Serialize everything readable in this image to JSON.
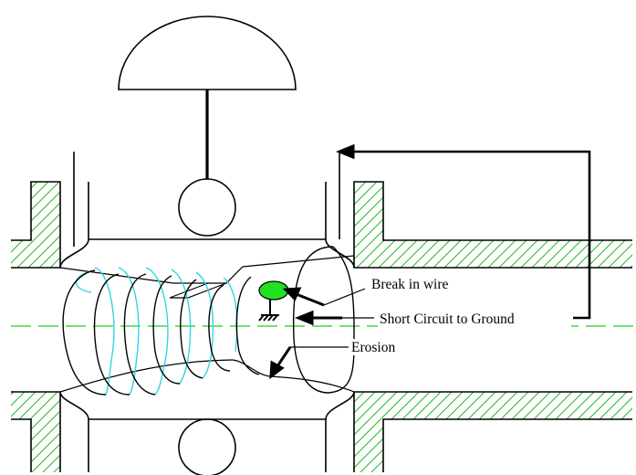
{
  "labels": {
    "break": "Break in wire",
    "short": "Short Circuit to Ground",
    "erosion": "Erosion"
  },
  "colors": {
    "hatch": "#25b825",
    "coil_back": "#2fd6e6",
    "break_marker": "#22e022",
    "centerline": "#22cc22",
    "ink": "#000000"
  }
}
